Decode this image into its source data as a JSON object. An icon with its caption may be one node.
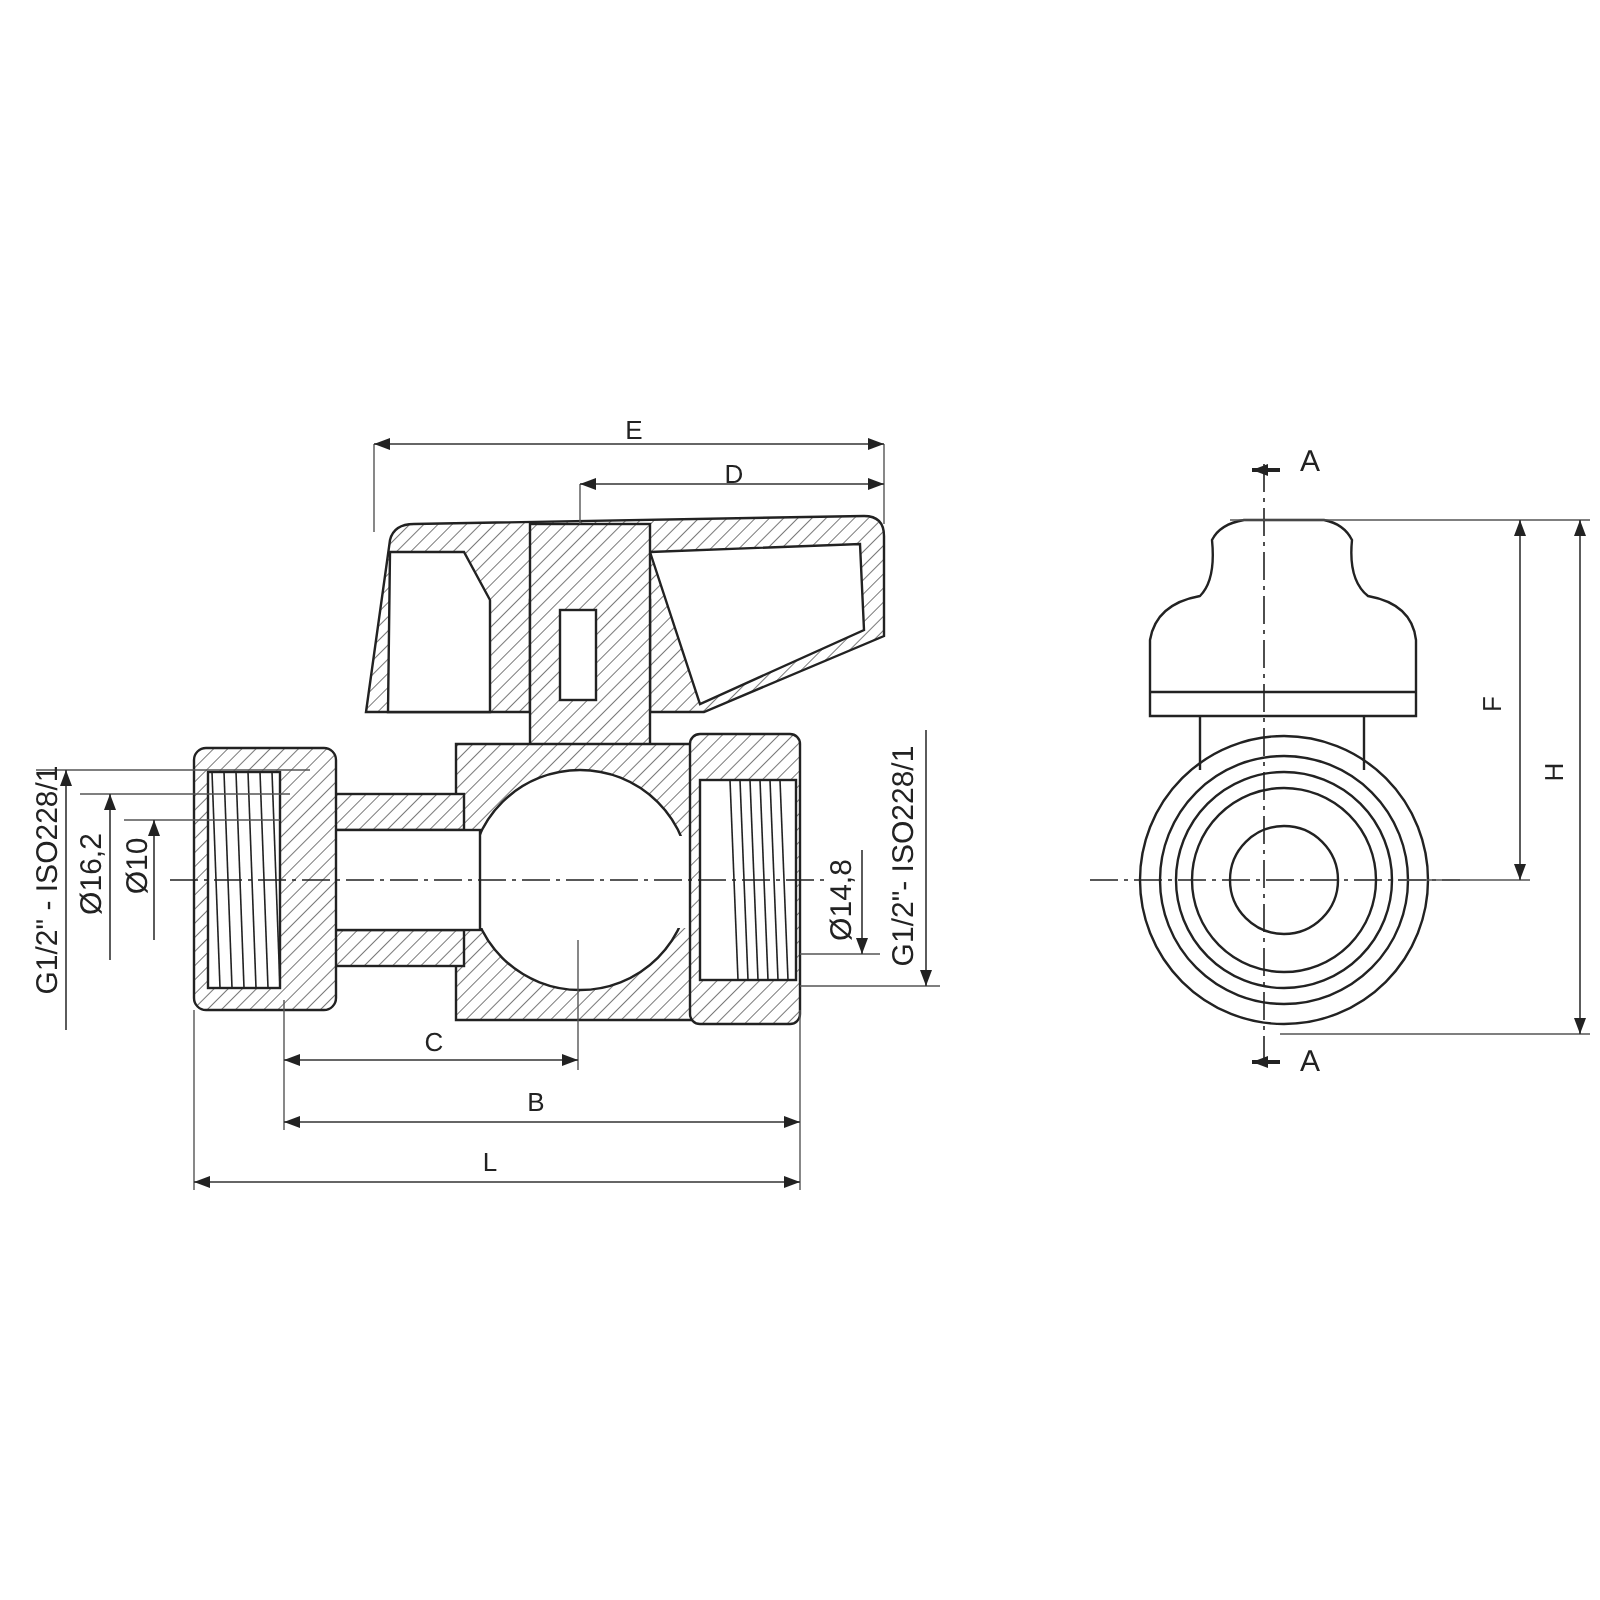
{
  "diagram": {
    "labels": [
      "E",
      "D",
      "A",
      "F",
      "H",
      "G1/2\" - ISO228/1",
      "Ø16,2",
      "Ø10",
      "Ø14,8",
      "G1/2\"- ISO228/1",
      "C",
      "A",
      "B",
      "L"
    ]
  }
}
